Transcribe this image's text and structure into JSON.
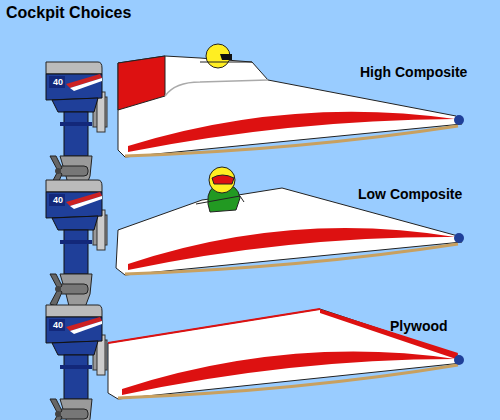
{
  "diagram": {
    "title": "Cockpit Choices",
    "labels": [
      "High Composite",
      "40",
      "Low Composite",
      "40",
      "Plywood",
      "40"
    ]
  }
}
